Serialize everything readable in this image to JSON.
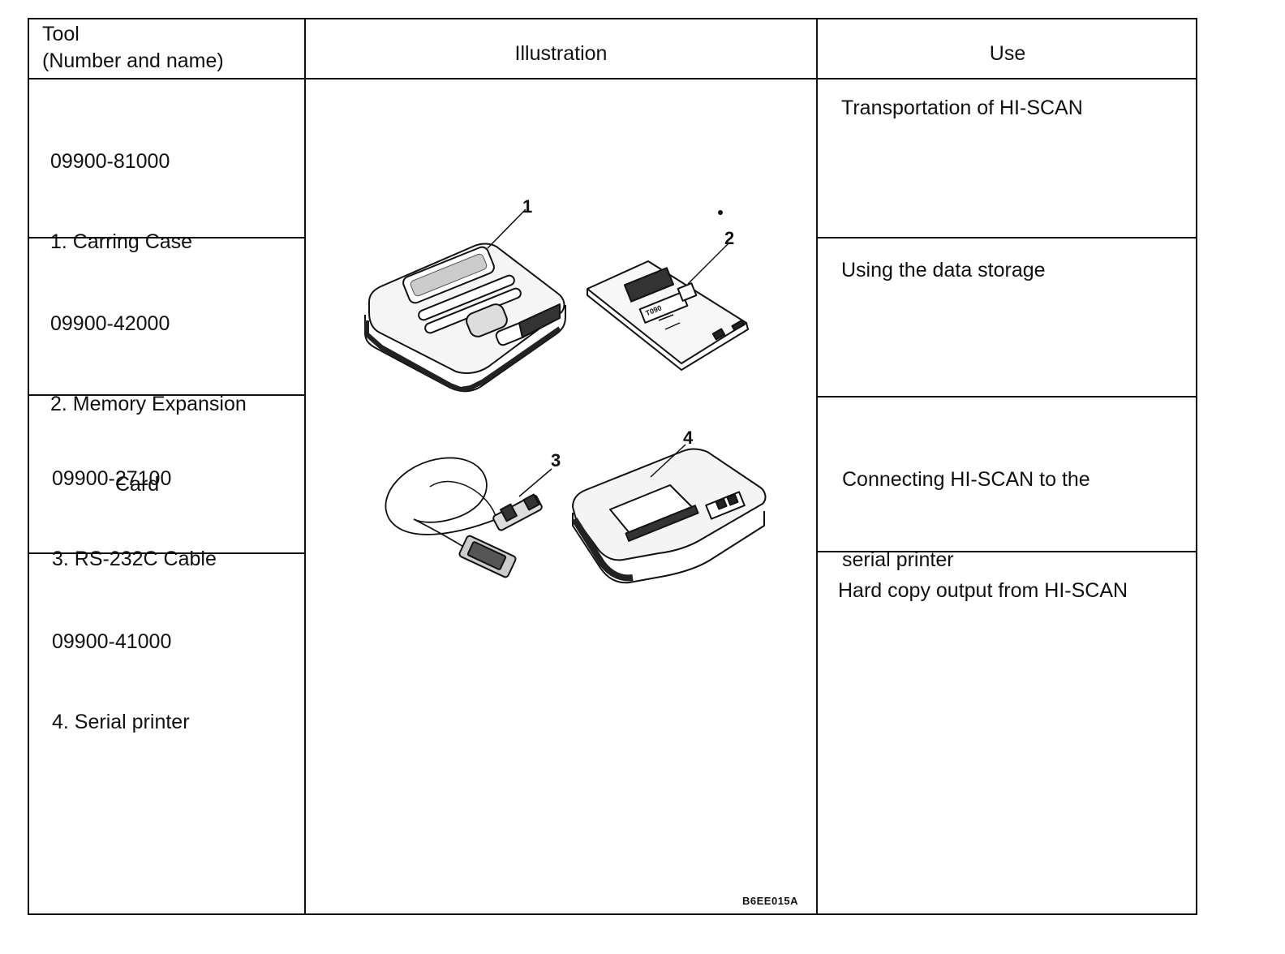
{
  "header": {
    "tool_line1": "Tool",
    "tool_line2": "(Number and name)",
    "illustration": "Illustration",
    "use": "Use"
  },
  "rows": [
    {
      "number": "09900-81000",
      "name": "1. Carring Case",
      "use": "Transportation of HI-SCAN"
    },
    {
      "number": "09900-42000",
      "name": "2. Memory Expansion",
      "name_cont": "Card",
      "use": "Using the data storage"
    },
    {
      "number": "09900-27100",
      "name": "3. RS-232C Cable",
      "use_line1": "Connecting HI-SCAN to the",
      "use_line2": "serial printer"
    },
    {
      "number": "09900-41000",
      "name": "4. Serial printer",
      "use": "Hard copy output from HI-SCAN"
    }
  ],
  "illustration": {
    "callouts": [
      "1",
      "2",
      "3",
      "4"
    ],
    "card_label": "T090",
    "figure_code": "B6EE015A"
  }
}
